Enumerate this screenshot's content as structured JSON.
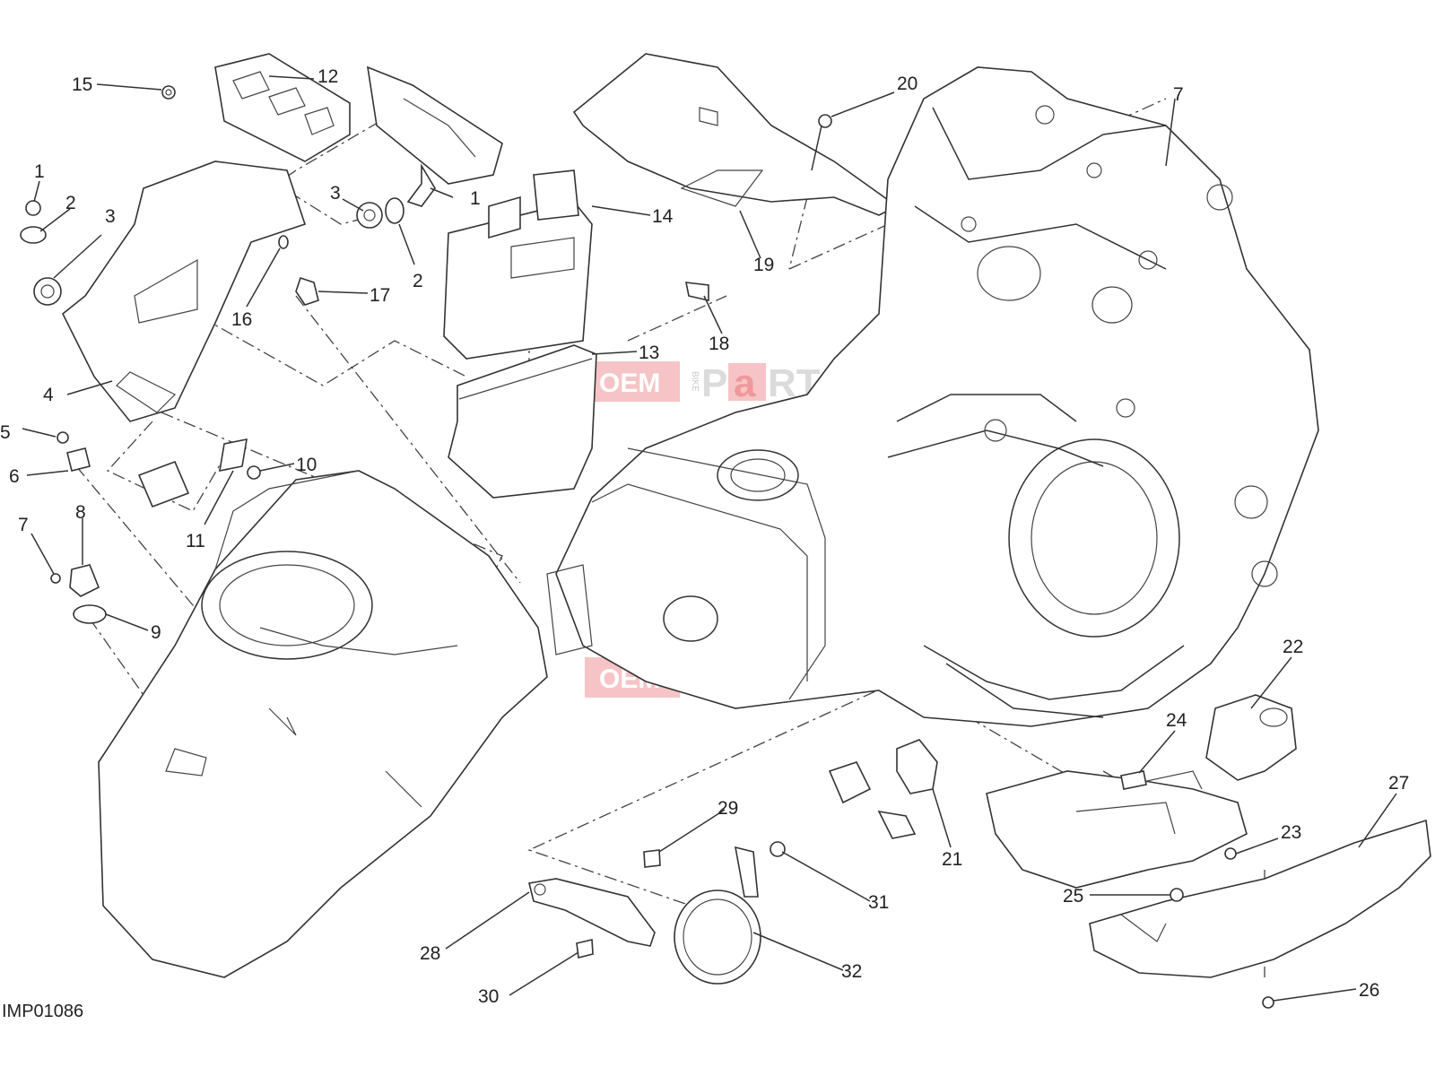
{
  "diagram": {
    "code": "IMP01086",
    "watermark": {
      "oem": "OEM",
      "bike": "BIKE",
      "p": "P",
      "a": "a",
      "rts": "RTS"
    },
    "callouts": [
      {
        "id": "c15",
        "text": "15"
      },
      {
        "id": "c12",
        "text": "12"
      },
      {
        "id": "c1a",
        "text": "1"
      },
      {
        "id": "c2a",
        "text": "2"
      },
      {
        "id": "c3a",
        "text": "3"
      },
      {
        "id": "c3b",
        "text": "3"
      },
      {
        "id": "c1b",
        "text": "1"
      },
      {
        "id": "c2b",
        "text": "2"
      },
      {
        "id": "c16",
        "text": "16"
      },
      {
        "id": "c17",
        "text": "17"
      },
      {
        "id": "c4",
        "text": "4"
      },
      {
        "id": "c5",
        "text": "5"
      },
      {
        "id": "c6",
        "text": "6"
      },
      {
        "id": "c10",
        "text": "10"
      },
      {
        "id": "c11",
        "text": "11"
      },
      {
        "id": "c7",
        "text": "7"
      },
      {
        "id": "c8",
        "text": "8"
      },
      {
        "id": "c9",
        "text": "9"
      },
      {
        "id": "c14",
        "text": "14"
      },
      {
        "id": "c13",
        "text": "13"
      },
      {
        "id": "c20",
        "text": "20"
      },
      {
        "id": "c19",
        "text": "19"
      },
      {
        "id": "c18",
        "text": "18"
      },
      {
        "id": "c7b",
        "text": "7"
      },
      {
        "id": "c22",
        "text": "22"
      },
      {
        "id": "c24",
        "text": "24"
      },
      {
        "id": "c21",
        "text": "21"
      },
      {
        "id": "c27",
        "text": "27"
      },
      {
        "id": "c23",
        "text": "23"
      },
      {
        "id": "c25",
        "text": "25"
      },
      {
        "id": "c26",
        "text": "26"
      },
      {
        "id": "c29",
        "text": "29"
      },
      {
        "id": "c31",
        "text": "31"
      },
      {
        "id": "c28",
        "text": "28"
      },
      {
        "id": "c32",
        "text": "32"
      },
      {
        "id": "c30",
        "text": "30"
      }
    ]
  }
}
